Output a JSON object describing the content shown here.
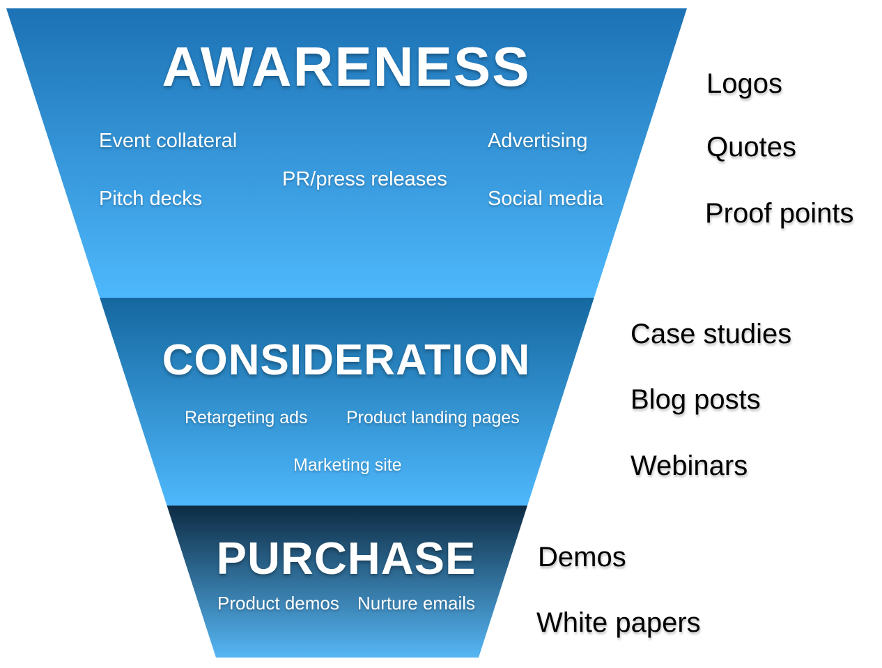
{
  "funnel": {
    "text_color": "#ffffff",
    "side_label_color": "#000000",
    "stages": [
      {
        "title": "AWARENESS",
        "color_top": "#1C72B4",
        "color_bottom": "#4EB8FC",
        "items": [
          "Event collateral",
          "Advertising",
          "PR/press releases",
          "Pitch decks",
          "Social media"
        ],
        "side_labels": [
          "Logos",
          "Quotes",
          "Proof points"
        ]
      },
      {
        "title": "CONSIDERATION",
        "color_top": "#15679F",
        "color_bottom": "#4EB8FC",
        "items": [
          "Retargeting ads",
          "Product landing pages",
          "Marketing site"
        ],
        "side_labels": [
          "Case studies",
          "Blog posts",
          "Webinars"
        ]
      },
      {
        "title": "PURCHASE",
        "color_top": "#0D2B43",
        "color_bottom": "#56B6F4",
        "items": [
          "Product demos",
          "Nurture emails"
        ],
        "side_labels": [
          "Demos",
          "White papers"
        ]
      }
    ]
  }
}
